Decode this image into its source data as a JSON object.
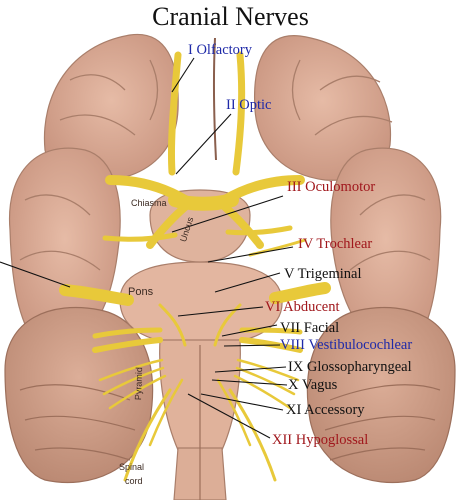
{
  "title": "Cranial Nerves",
  "colors": {
    "blue": "#1f2aa8",
    "red": "#a0171c",
    "black": "#111111",
    "tissue": "#d9a993",
    "tissue_dark": "#b98a74",
    "nerve": "#e8c93a"
  },
  "nerves": [
    {
      "label": "I  Olfactory",
      "color": "blue"
    },
    {
      "label": "II  Optic",
      "color": "blue"
    },
    {
      "label": "III Oculomotor",
      "color": "red"
    },
    {
      "label": "IV  Trochlear",
      "color": "red"
    },
    {
      "label": "V  Trigeminal",
      "color": "black"
    },
    {
      "label": "VI  Abducent",
      "color": "red"
    },
    {
      "label": "VII  Facial",
      "color": "black"
    },
    {
      "label": "VIII  Vestibulocochlear",
      "color": "blue"
    },
    {
      "label": "IX  Glossopharyngeal",
      "color": "black"
    },
    {
      "label": "X  Vagus",
      "color": "black"
    },
    {
      "label": "XI  Accessory",
      "color": "black"
    },
    {
      "label": "XII  Hypoglossal",
      "color": "red"
    }
  ],
  "anatomy_labels": {
    "chiasma": "Chiasma",
    "uncus": "Uncus",
    "pons": "Pons",
    "pyramid": "Pyramid",
    "spinal_cord_1": "Spinal",
    "spinal_cord_2": "cord"
  }
}
